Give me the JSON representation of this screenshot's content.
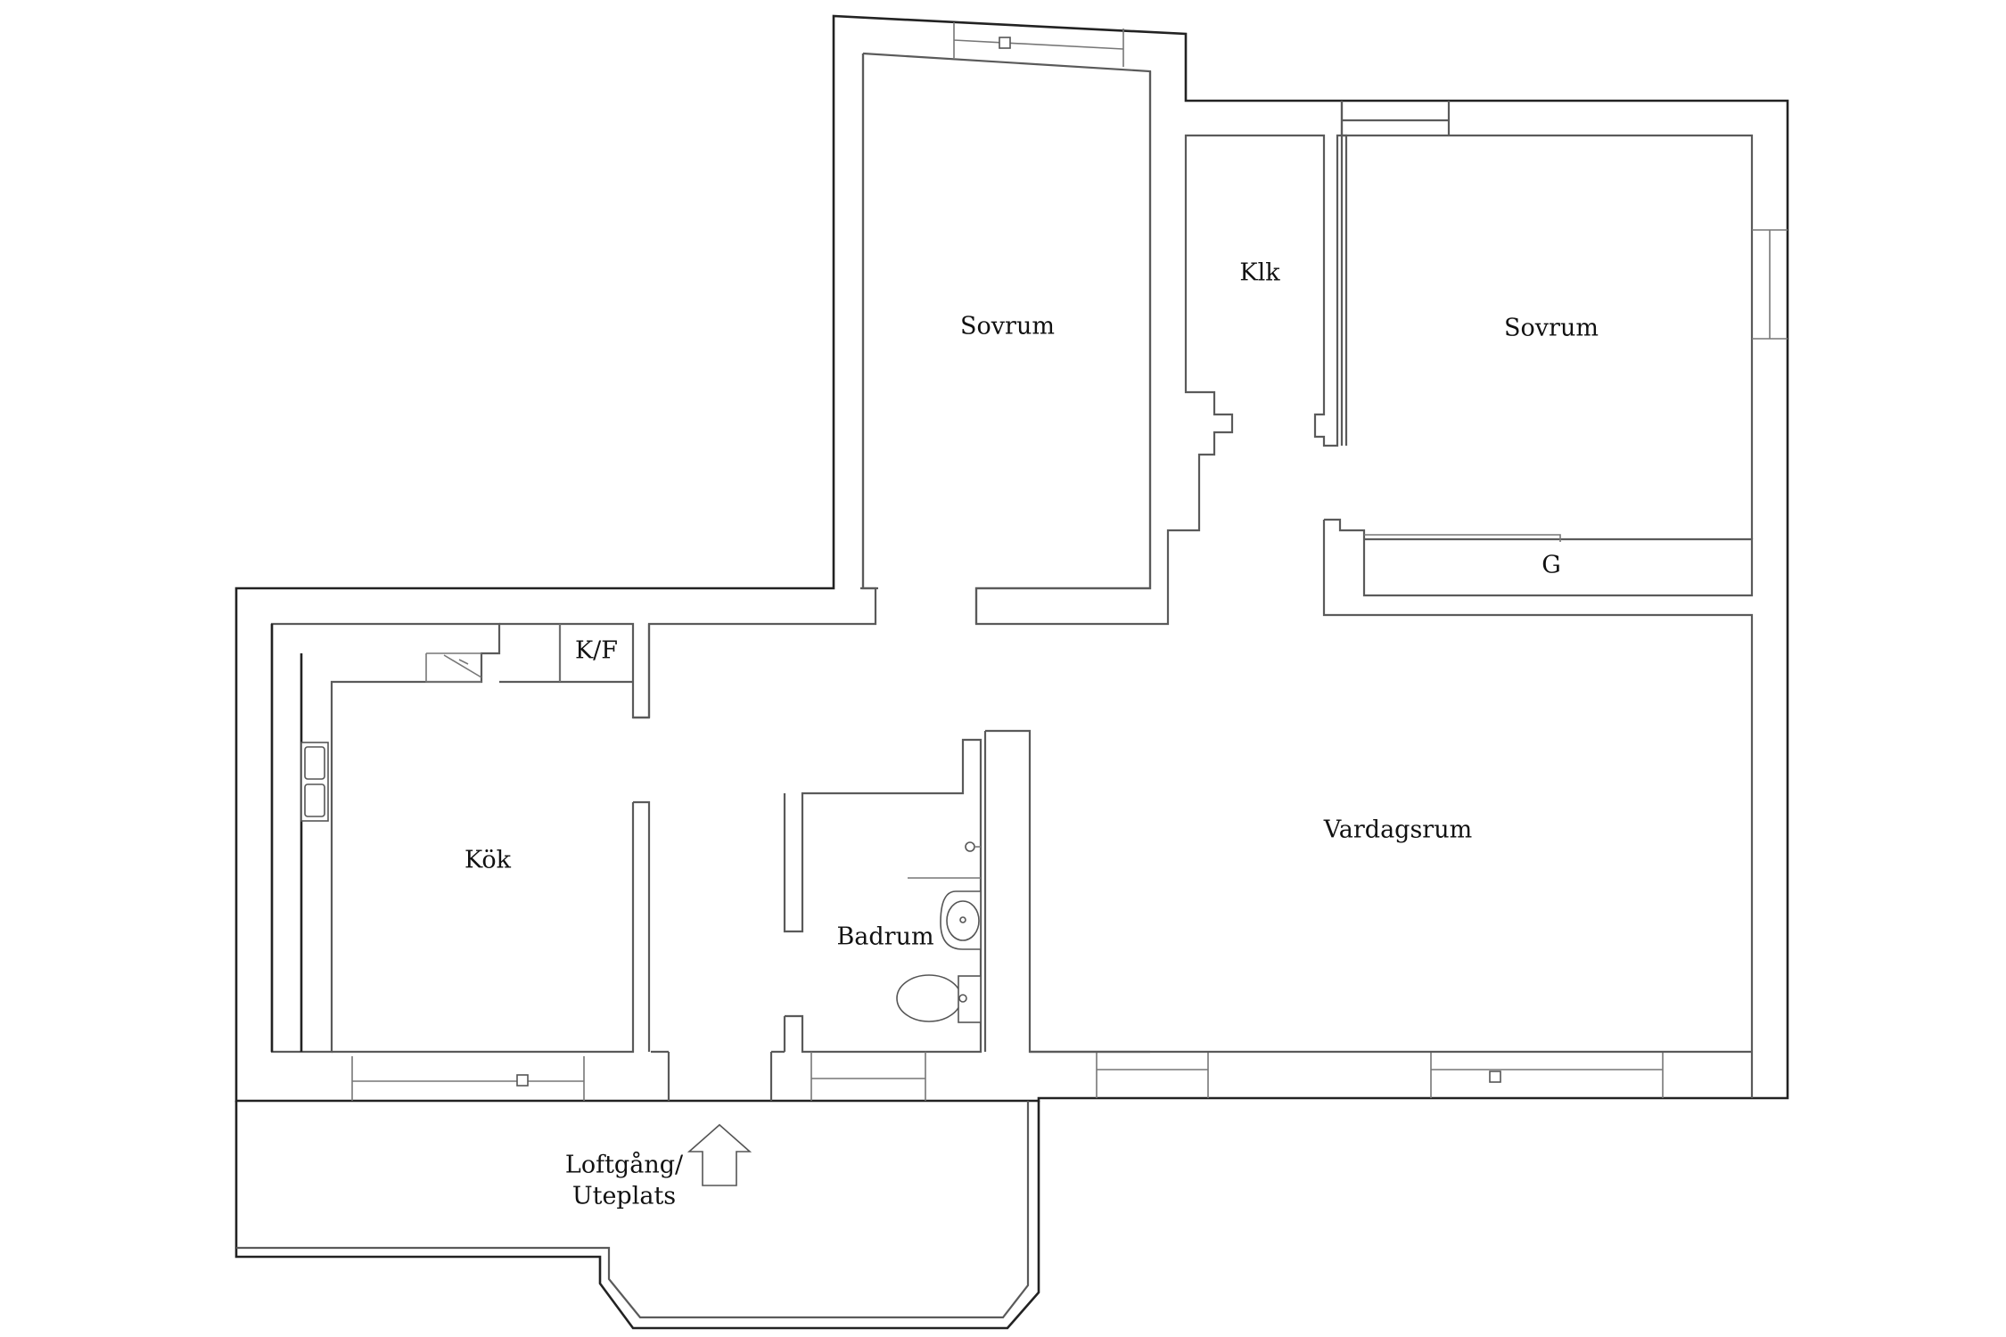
{
  "rooms": {
    "sovrum_left": "Sovrum",
    "klk": "Klk",
    "sovrum_right": "Sovrum",
    "g": "G",
    "kf": "K/F",
    "kok": "Kök",
    "vardagsrum": "Vardagsrum",
    "badrum": "Badrum",
    "loftgang_line1": "Loftgång/",
    "loftgang_line2": "Uteplats"
  },
  "icons": {
    "entrance": "up-arrow-icon",
    "sink": "sink-icon",
    "toilet": "toilet-icon",
    "kitchen_sink": "kitchen-sink-icon",
    "shower": "shower-icon"
  }
}
